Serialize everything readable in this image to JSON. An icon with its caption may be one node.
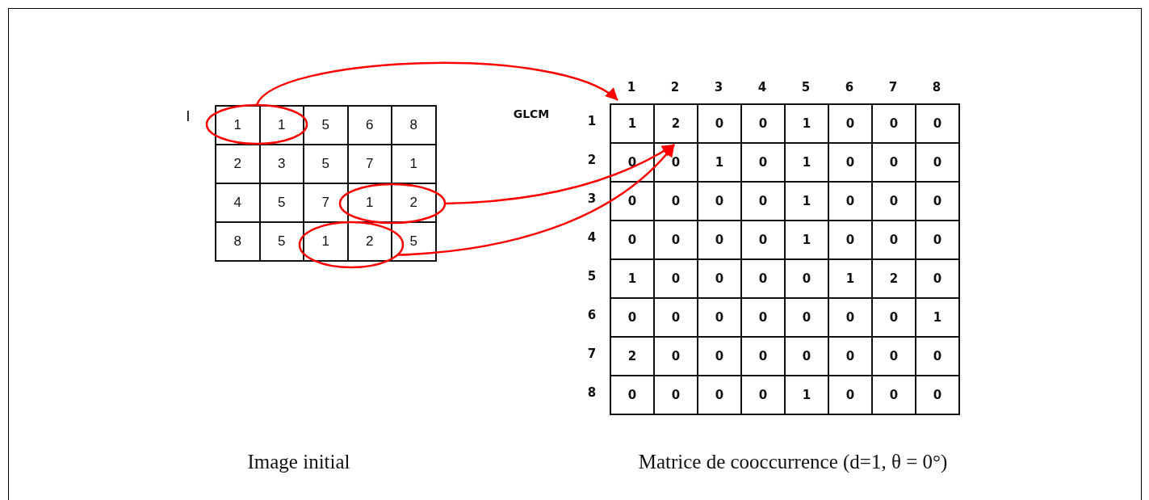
{
  "diagram": {
    "nodes": [
      {
        "text": [],
        "shape": "circle"
      },
      {
        "text": [],
        "shape": "circle"
      },
      {
        "text": [],
        "shape": "circle"
      },
      {
        "text": [
          "1"
        ]
      },
      {
        "text": [
          "2"
        ]
      }
    ],
    "edges": [
      {
        "from": 0,
        "to": 3,
        "arrow": "to"
      },
      {
        "from": 1,
        "to": 4,
        "arrow": "to"
      },
      {
        "from": 2,
        "to": 4,
        "arrow": "to"
      }
    ],
    "labels": [
      "I",
      "1",
      "1",
      "5",
      "6",
      "8",
      "2",
      "3",
      "5",
      "7",
      "1",
      "4",
      "5",
      "7",
      "1",
      "2",
      "8",
      "5",
      "1",
      "2",
      "5",
      "GLCM",
      "1",
      "2",
      "3",
      "4",
      "5",
      "6",
      "7",
      "8",
      "1",
      "0",
      "0",
      "1",
      "0",
      "0",
      "0",
      "2",
      "0",
      "0",
      "1",
      "0",
      "1",
      "0",
      "0",
      "0",
      "3",
      "0",
      "0",
      "0",
      "0",
      "1",
      "0",
      "0",
      "0",
      "4",
      "0",
      "0",
      "0",
      "0",
      "1",
      "0",
      "0",
      "0",
      "5",
      "1",
      "0",
      "0",
      "0",
      "0",
      "1",
      "2",
      "0",
      "6",
      "0",
      "0",
      "0",
      "0",
      "0",
      "0",
      "0",
      "1",
      "7",
      "2",
      "0",
      "0",
      "0",
      "0",
      "0",
      "0",
      "0",
      "8",
      "0",
      "0",
      "0",
      "0",
      "1",
      "0",
      "0",
      "0",
      "Image initial",
      "Matrice de cooccurrence (d=1, θ = 0°)"
    ]
  }
}
